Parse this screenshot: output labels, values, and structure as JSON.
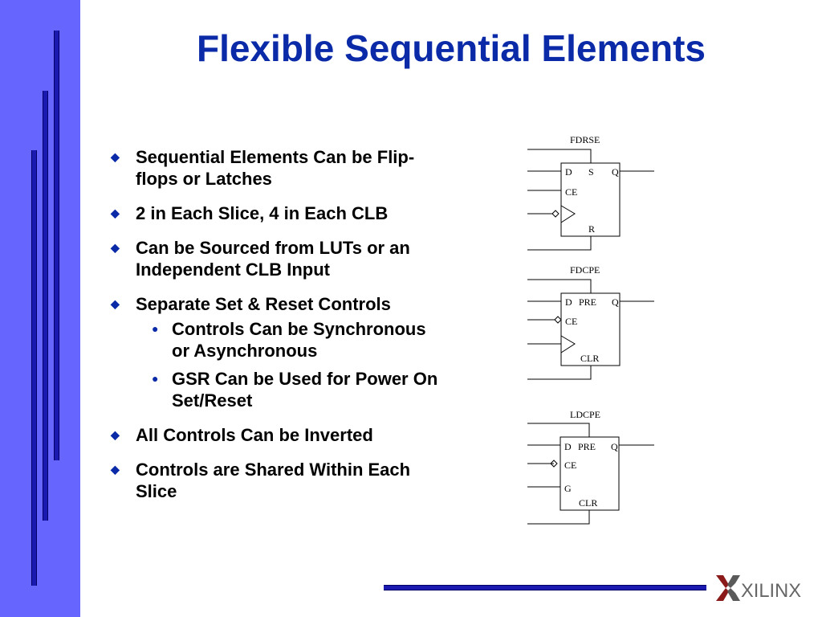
{
  "slide": {
    "title": "Flexible Sequential Elements",
    "bullets": [
      {
        "text": "Sequential Elements Can be Flip-flops or Latches"
      },
      {
        "text": "2 in Each Slice, 4 in Each CLB"
      },
      {
        "text": "Can be Sourced from LUTs or an Independent CLB Input"
      },
      {
        "text": "Separate Set & Reset Controls",
        "subs": [
          "Controls Can be Synchronous or Asynchronous",
          "GSR Can be Used for Power On Set/Reset"
        ]
      },
      {
        "text": "All Controls Can be Inverted"
      },
      {
        "text": "Controls are Shared Within Each Slice"
      }
    ]
  },
  "diagrams": {
    "fdrse": {
      "name": "FDRSE",
      "d": "D",
      "s": "S",
      "q": "Q",
      "ce": "CE",
      "r": "R"
    },
    "fdcpe": {
      "name": "FDCPE",
      "d": "D",
      "pre": "PRE",
      "q": "Q",
      "ce": "CE",
      "clr": "CLR"
    },
    "ldcpe": {
      "name": "LDCPE",
      "d": "D",
      "pre": "PRE",
      "q": "Q",
      "ce": "CE",
      "g": "G",
      "clr": "CLR"
    }
  },
  "logo": {
    "text": "XILINX"
  },
  "icons": {
    "bullet": "diamond-icon",
    "sub_bullet": "dot-icon",
    "logo_mark": "xilinx-x-logo-icon"
  },
  "colors": {
    "sidebar": "#6666ff",
    "accent": "#0a2aa8",
    "bars": "#1a1ab0"
  }
}
